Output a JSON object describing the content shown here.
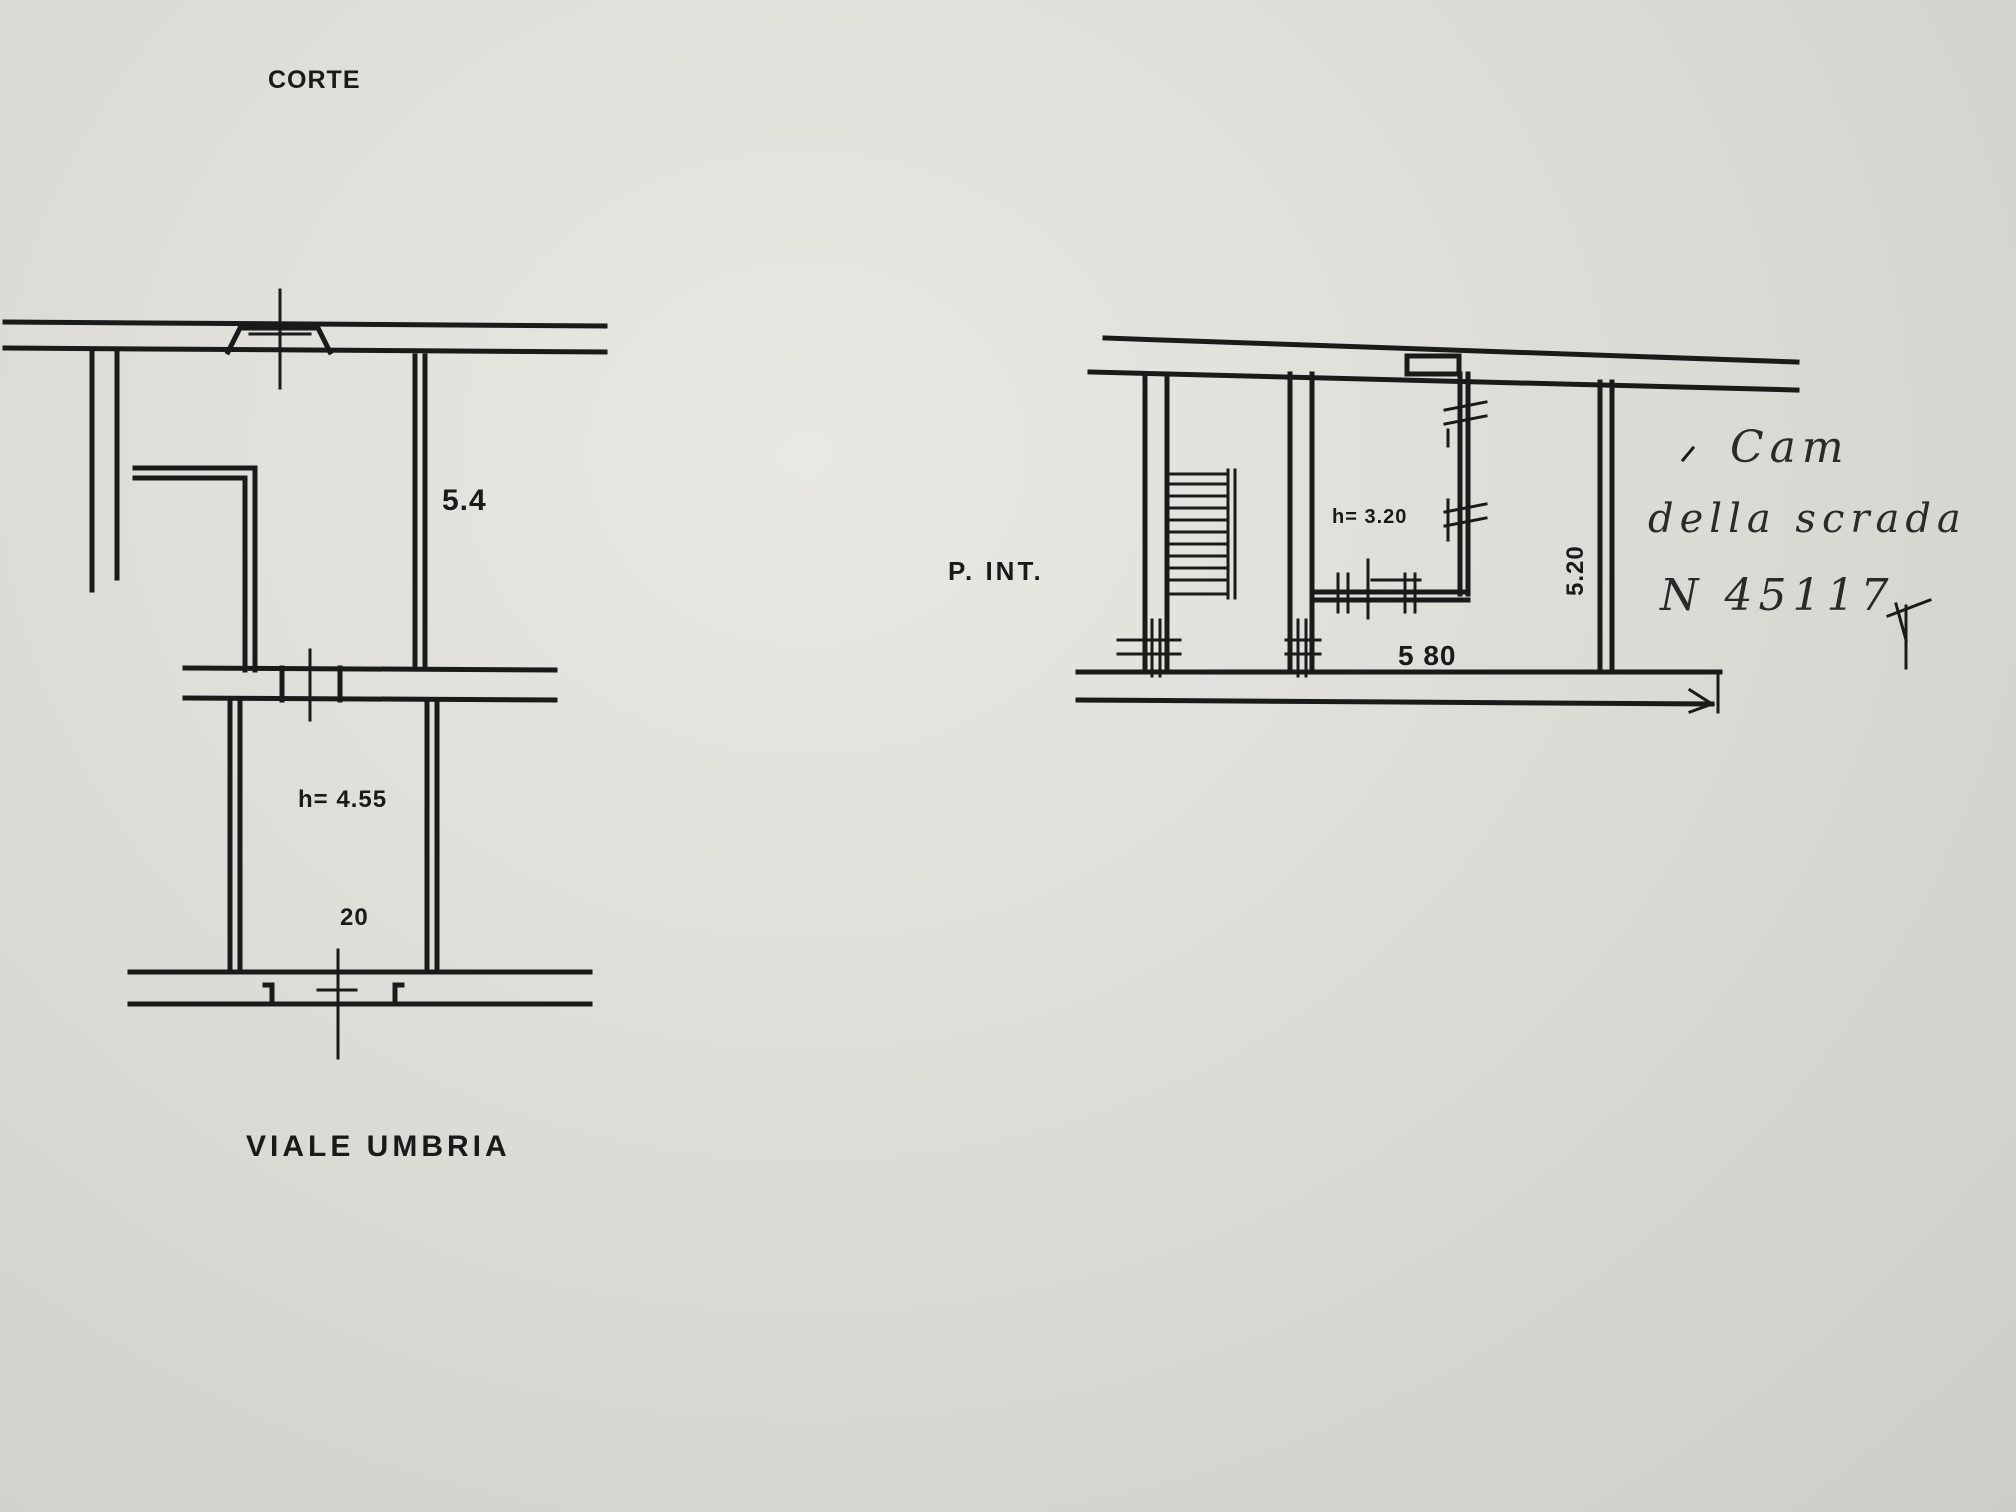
{
  "labels": {
    "courtyard": "CORTE",
    "street": "VIALE UMBRIA",
    "floor": "P. INT."
  },
  "dimensions": {
    "left_upper_depth": "5.4",
    "left_lower_height": "h= 4.55",
    "left_lower_width": "20",
    "right_height": "h= 3.20",
    "right_width": "5 80",
    "right_depth": "5.20"
  },
  "handwritten": {
    "line1": "Cam",
    "line2": "della scrada",
    "line3": "N 45117"
  },
  "colors": {
    "ink": "#1a1a1a",
    "paper": "#dcdbd6"
  }
}
